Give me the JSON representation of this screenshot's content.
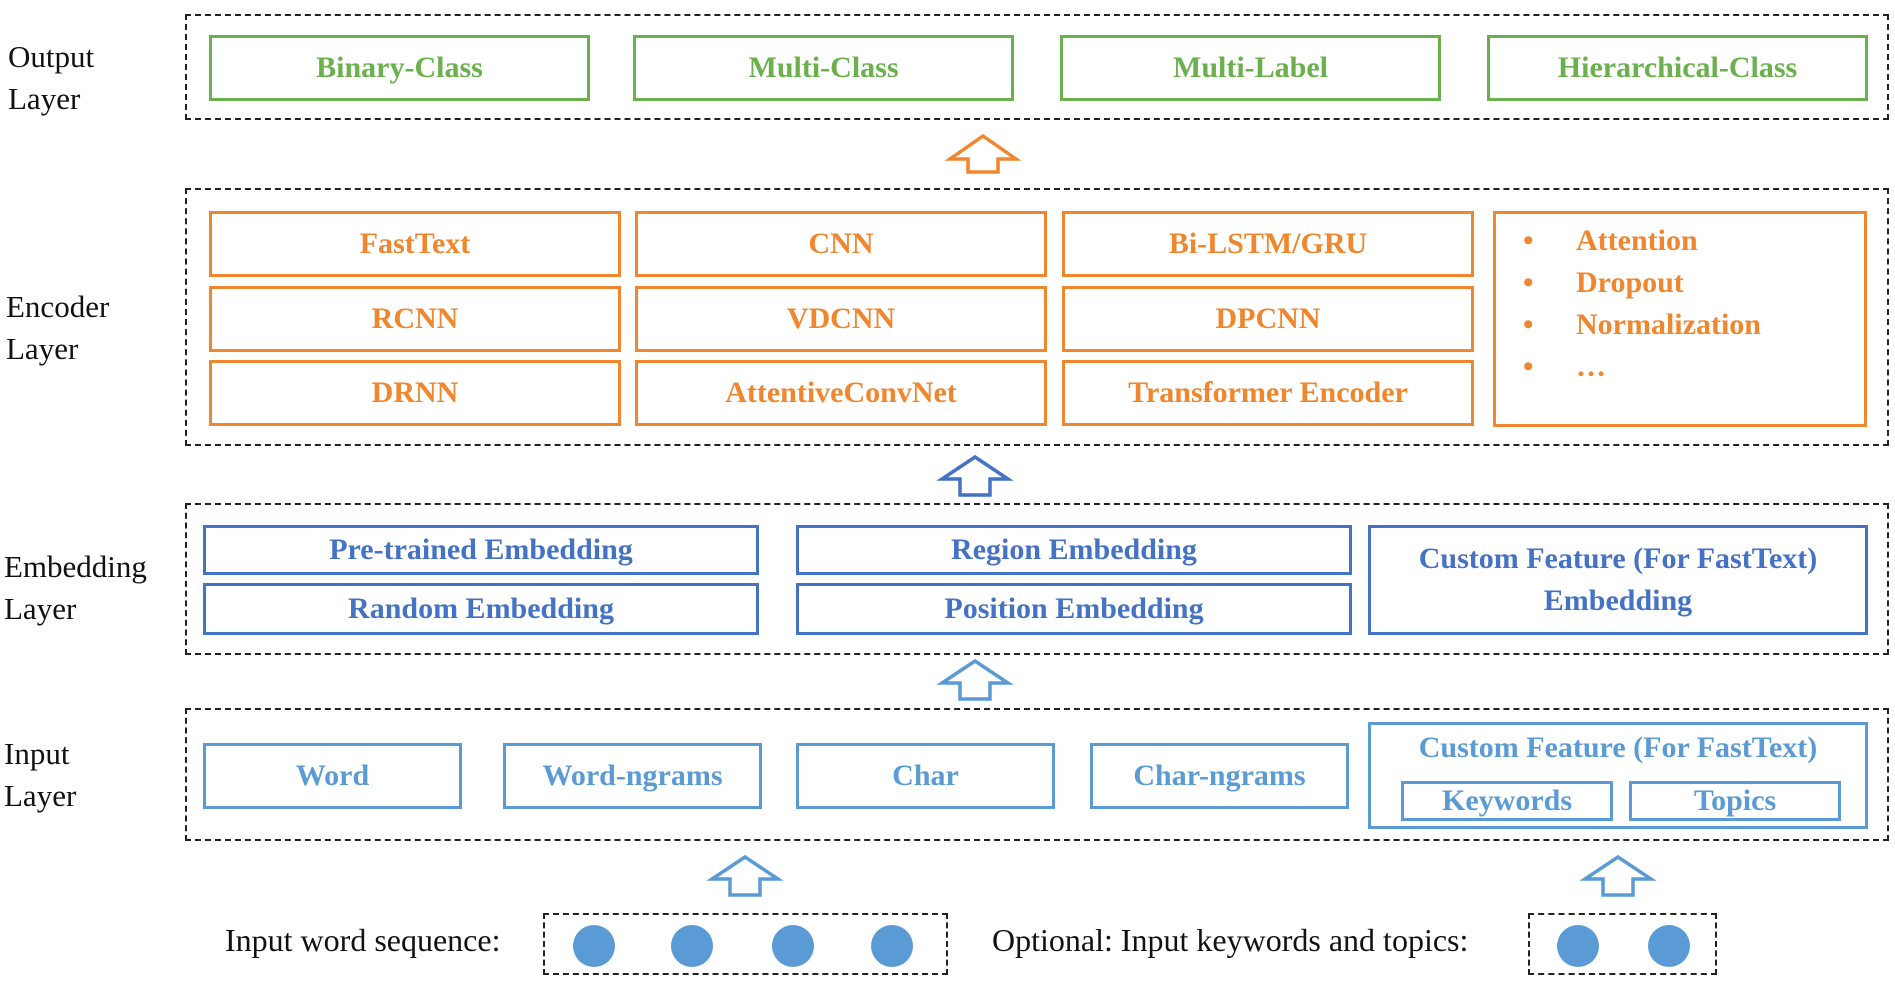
{
  "layers": {
    "output": {
      "label_line1": "Output",
      "label_line2": "Layer",
      "boxes": [
        "Binary-Class",
        "Multi-Class",
        "Multi-Label",
        "Hierarchical-Class"
      ],
      "color": "#6ab04c"
    },
    "encoder": {
      "label_line1": "Encoder",
      "label_line2": "Layer",
      "boxes": [
        "FastText",
        "CNN",
        "Bi-LSTM/GRU",
        "RCNN",
        "VDCNN",
        "DPCNN",
        "DRNN",
        "AttentiveConvNet",
        "Transformer Encoder"
      ],
      "extras": [
        "Attention",
        "Dropout",
        "Normalization",
        "…"
      ],
      "color": "#f0862d"
    },
    "embedding": {
      "label_line1": "Embedding",
      "label_line2": "Layer",
      "boxes": [
        "Pre-trained Embedding",
        "Random Embedding",
        "Region Embedding",
        "Position Embedding"
      ],
      "custom_line1": "Custom Feature (For FastText)",
      "custom_line2": "Embedding",
      "color": "#4472c4"
    },
    "input": {
      "label_line1": "Input",
      "label_line2": "Layer",
      "boxes": [
        "Word",
        "Word-ngrams",
        "Char",
        "Char-ngrams"
      ],
      "custom_title": "Custom Feature (For FastText)",
      "custom_boxes": [
        "Keywords",
        "Topics"
      ],
      "color": "#5b9bd5"
    }
  },
  "inputs": {
    "word_sequence_label": "Input word sequence:",
    "optional_label": "Optional: Input keywords and topics:"
  },
  "icons": {
    "arrow": "up-arrow-icon",
    "token": "circle-token-icon"
  }
}
